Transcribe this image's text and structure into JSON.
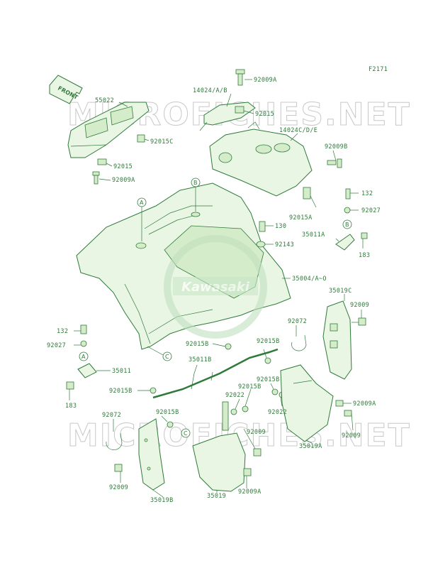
{
  "figure_code": "F2171",
  "watermark": "MICROFICHES.NET",
  "logo_text": "Kawasaki",
  "front_label": "FRONT",
  "ref_letters": [
    "A",
    "B",
    "C"
  ],
  "labels": {
    "p55022": "55022",
    "p92015c": "92015C",
    "p92015_a": "92015",
    "p92009a_a": "92009A",
    "p14024ab": "14024/A/B",
    "p92009a_top": "92009A",
    "p92015_b": "92015",
    "p14024cde": "14024C/D/E",
    "p92009b": "92009B",
    "p132_r": "132",
    "p92027_r": "92027",
    "p92015a": "92015A",
    "p130": "130",
    "p35011a": "35011A",
    "p92143": "92143",
    "p183_r": "183",
    "p35004": "35004/A~O",
    "p35019c": "35019C",
    "p92009_r": "92009",
    "p132_l": "132",
    "p92027_l": "92027",
    "p92072_r": "92072",
    "p92015b_1": "92015B",
    "p92015b_2": "92015B",
    "p35011b": "35011B",
    "p35011": "35011",
    "p183_l": "183",
    "p92015b_3": "92015B",
    "p92015b_4": "92015B",
    "p92022_1": "92022",
    "p92015b_5": "92015B",
    "p92022_2": "92022",
    "p92009a_r": "92009A",
    "p92072_l": "92072",
    "p92015b_6": "92015B",
    "p92009_m": "92009",
    "p92009_rb": "92009",
    "p35019a": "35019A",
    "p92009_l": "92009",
    "p35019b": "35019B",
    "p35019": "35019",
    "p92009a_b": "92009A"
  },
  "colors": {
    "line": "#2f7a3a",
    "fill": "#eaf6e4",
    "watermark": "#c8c8c8"
  }
}
